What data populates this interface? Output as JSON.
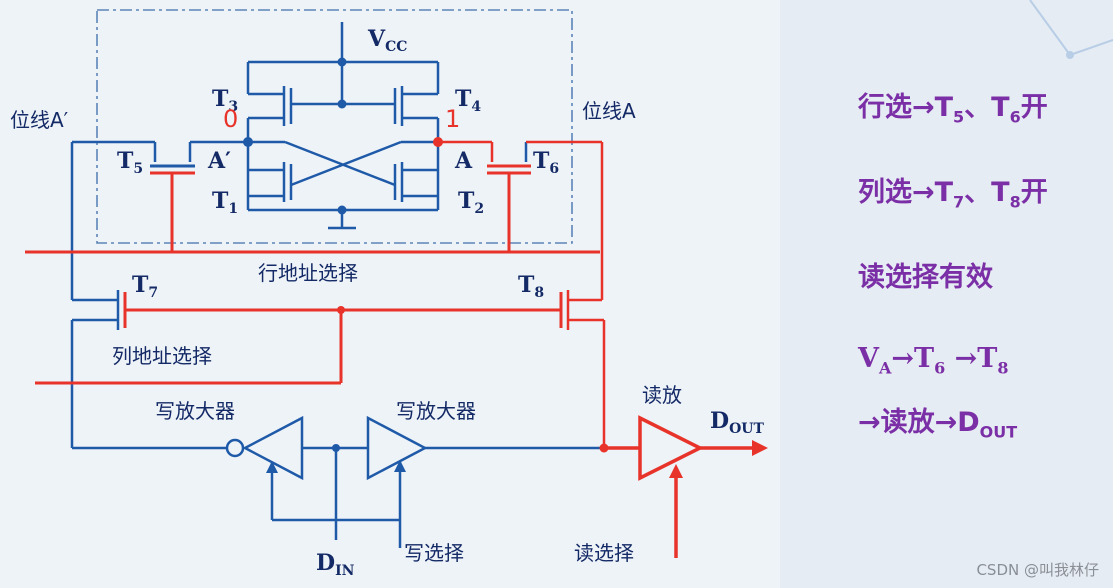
{
  "colors": {
    "signal_blue": "#1f5aa8",
    "select_red": "#e8332a",
    "label_navy": "#142a66",
    "note_purple": "#7b2fa6",
    "box_dash": "#5b84b8"
  },
  "labels": {
    "vcc": "V",
    "vcc_sub": "CC",
    "t1": "T",
    "t1_sub": "1",
    "t2": "T",
    "t2_sub": "2",
    "t3": "T",
    "t3_sub": "3",
    "t4": "T",
    "t4_sub": "4",
    "t5": "T",
    "t5_sub": "5",
    "t6": "T",
    "t6_sub": "6",
    "t7": "T",
    "t7_sub": "7",
    "t8": "T",
    "t8_sub": "8",
    "node_a_prime": "A′",
    "node_a": "A",
    "state_zero": "0",
    "state_one": "1",
    "bitline_a_prime": "位线A′",
    "bitline_a": "位线A",
    "row_address_select": "行地址选择",
    "column_address_select": "列地址选择",
    "write_amp_left": "写放大器",
    "write_amp_right": "写放大器",
    "read_amp": "读放",
    "dout": "D",
    "dout_sub": "OUT",
    "din": "D",
    "din_sub": "IN",
    "write_select": "写选择",
    "read_select": "读选择"
  },
  "notes": {
    "row_select_pre": "行选→T",
    "row_select_s1": "5",
    "row_select_mid": "、T",
    "row_select_s2": "6",
    "row_select_post": "开",
    "col_select_pre": "列选→T",
    "col_select_s1": "7",
    "col_select_mid": "、T",
    "col_select_s2": "8",
    "col_select_post": "开",
    "read_valid": "读选择有效",
    "path1_a": "V",
    "path1_a_sub": "A",
    "path1_b": "→T",
    "path1_b_sub": "6",
    "path1_c": " →T",
    "path1_c_sub": "8",
    "path2_a": "→读放→D",
    "path2_a_sub": "OUT"
  },
  "watermark": "CSDN @叫我林仔"
}
